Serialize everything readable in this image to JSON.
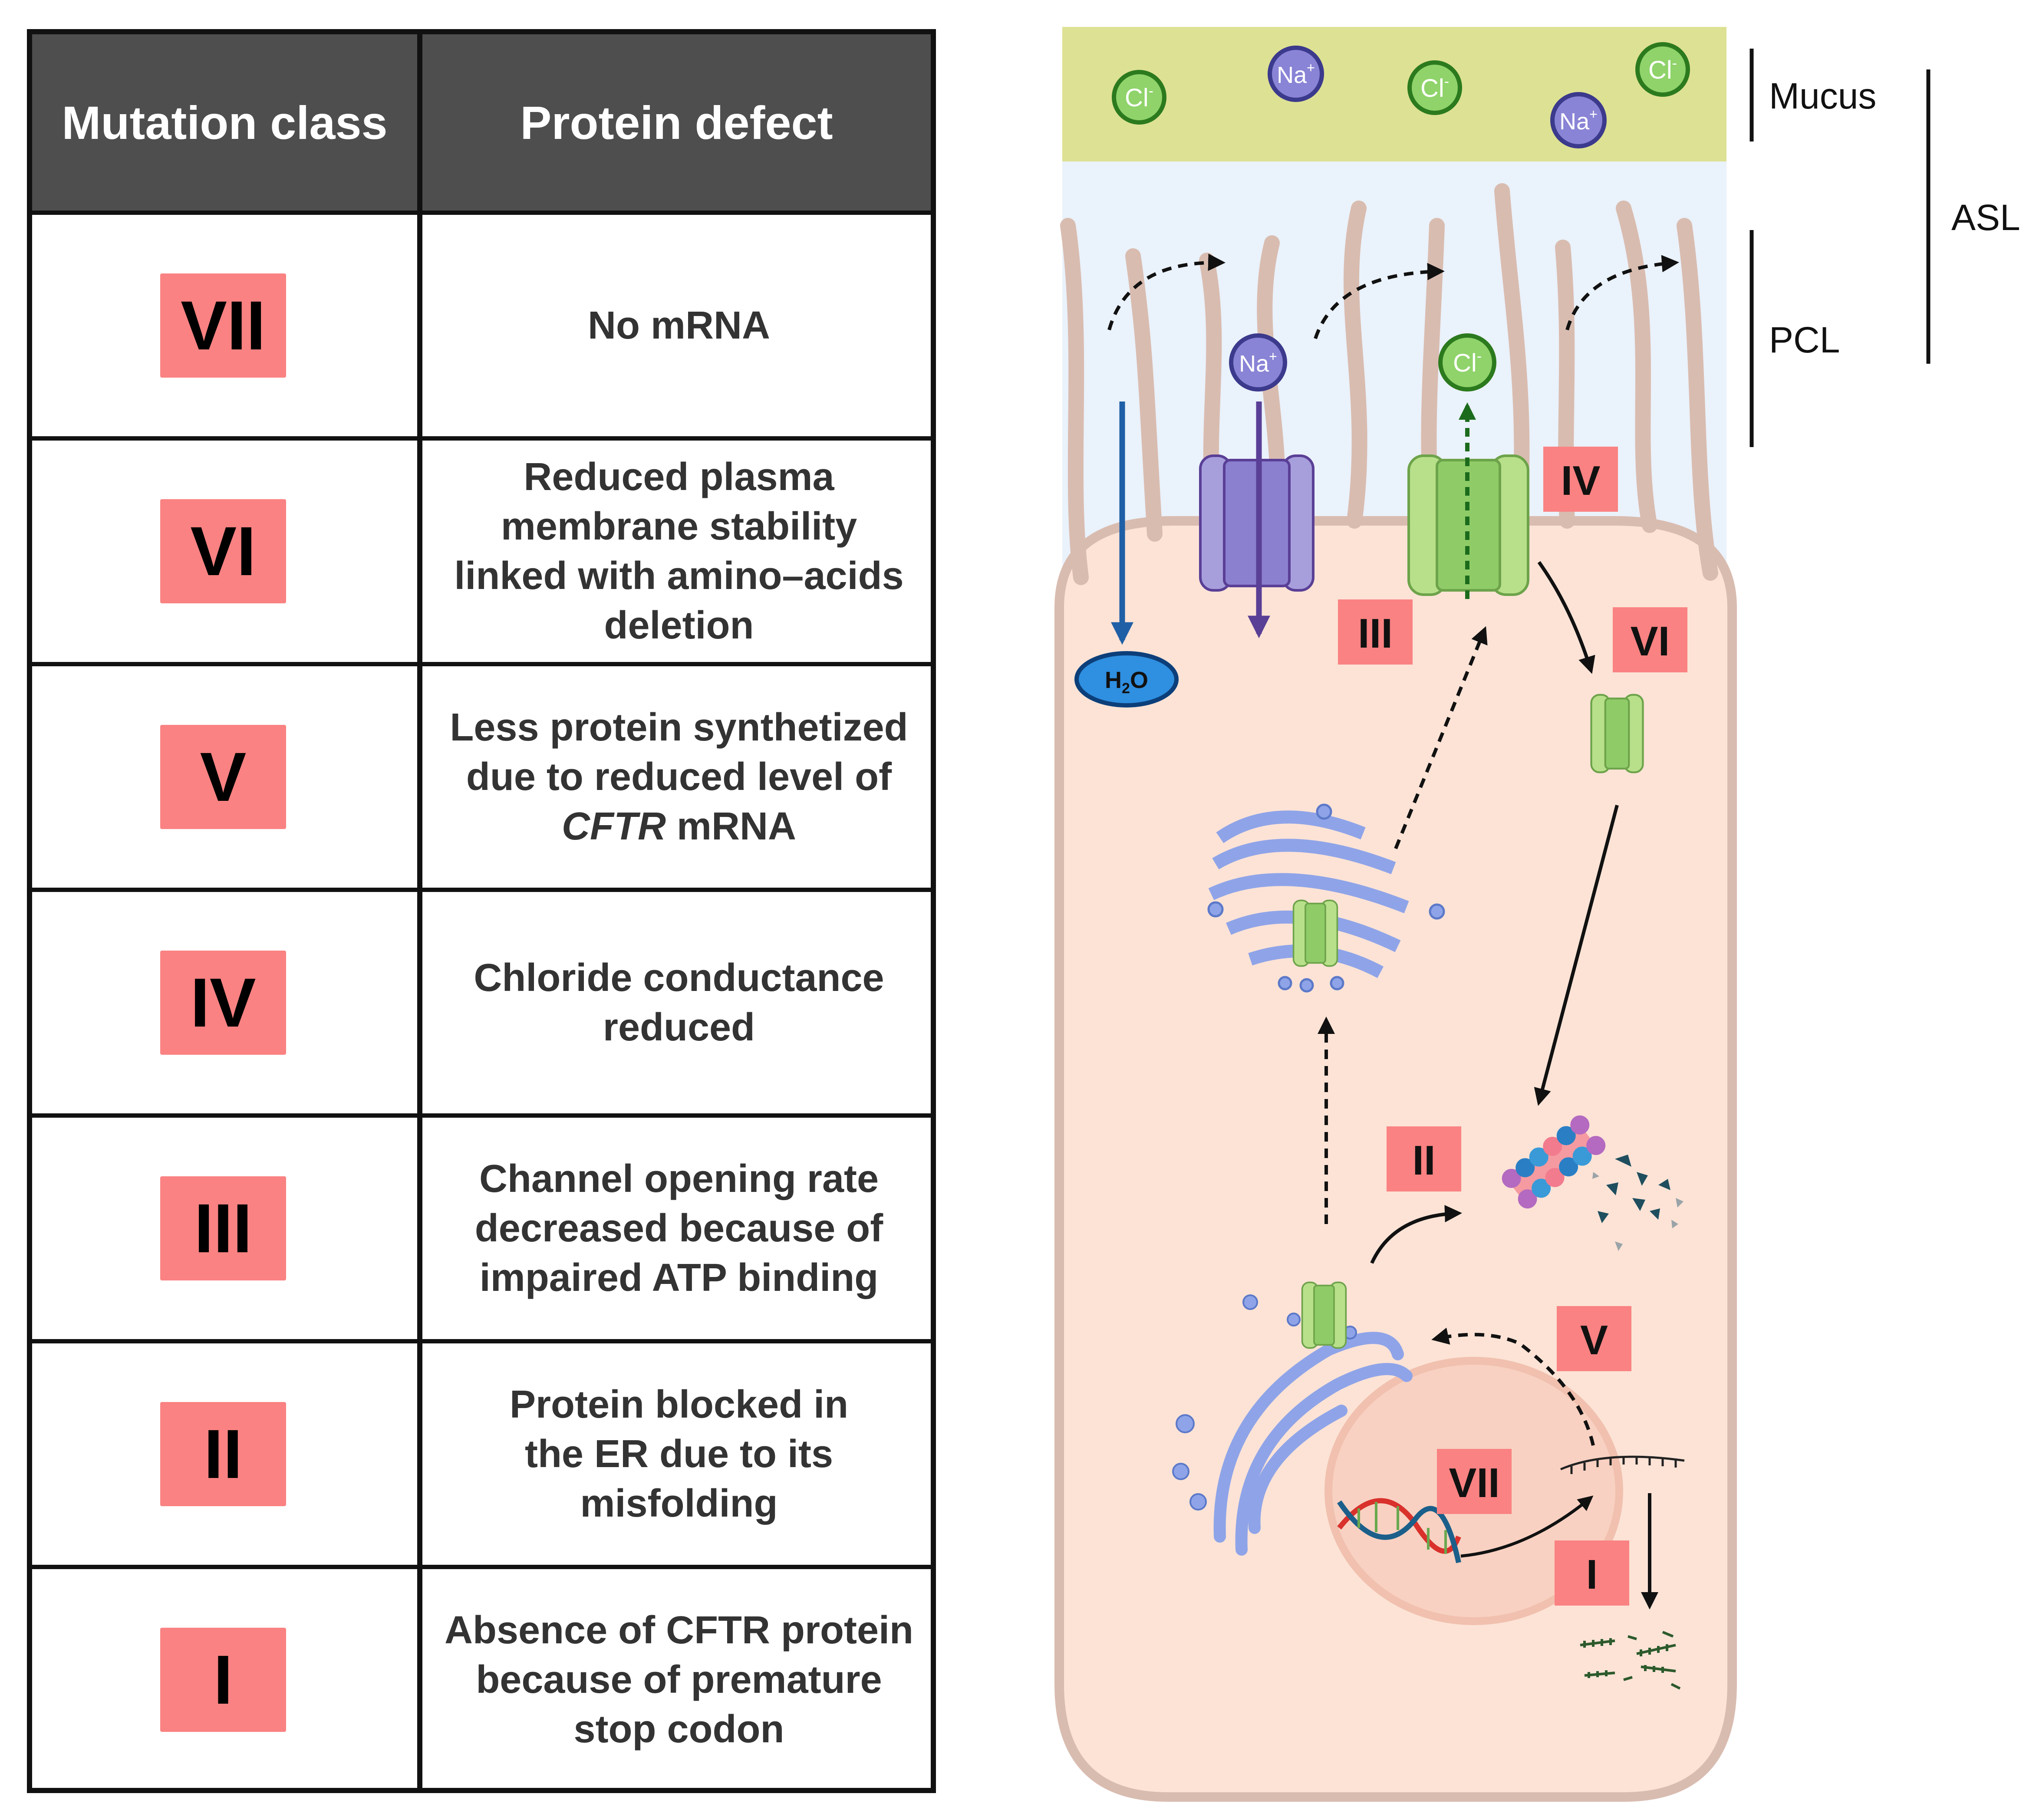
{
  "table": {
    "headers": {
      "mutation_class": "Mutation class",
      "protein_defect": "Protein defect"
    },
    "rows": [
      {
        "class": "VII",
        "lines": [
          "No mRNA"
        ]
      },
      {
        "class": "VI",
        "lines": [
          "Reduced plasma",
          "membrane stability",
          "linked with amino–acids",
          "deletion"
        ]
      },
      {
        "class": "V",
        "lines": [
          "Less protein synthetized",
          "due to reduced level of"
        ],
        "italic_term": "CFTR",
        "last_line_rest": "mRNA"
      },
      {
        "class": "IV",
        "lines": [
          "Chloride conductance",
          "reduced"
        ]
      },
      {
        "class": "III",
        "lines": [
          "Channel opening rate",
          "decreased because of",
          "impaired ATP binding"
        ]
      },
      {
        "class": "II",
        "lines": [
          "Protein blocked in",
          "the ER due to its",
          "misfolding"
        ]
      },
      {
        "class": "I",
        "lines": [
          "Absence of CFTR protein",
          "because of premature",
          "stop codon"
        ]
      }
    ]
  },
  "diagram": {
    "layer_labels": {
      "mucus": "Mucus",
      "pcl": "PCL",
      "asl": "ASL"
    },
    "ions": {
      "chloride": "Cl",
      "chloride_sup": "-",
      "sodium": "Na",
      "sodium_sup": "+"
    },
    "water": {
      "h": "H",
      "sub": "2",
      "o": "O"
    },
    "class_markers": [
      "IV",
      "III",
      "VI",
      "II",
      "V",
      "VII",
      "I"
    ]
  },
  "colors": {
    "header_bg": "#4e4e4e",
    "badge": "#fa8282",
    "defect_text": "#333333",
    "mucus": "#dde193",
    "pcl": "#eaf2fb",
    "cell_fill": "#fce3d6",
    "cell_border": "#d9bcb0",
    "cilia": "#d9bcb0",
    "chloride_fill": "#8fd36a",
    "chloride_stroke": "#2c7a1e",
    "sodium_fill": "#8a84d6",
    "sodium_stroke": "#3b3a8c",
    "cftr_channel": "#b8e08a",
    "enac_channel": "#a79fdc",
    "golgi": "#8fa4e8",
    "water": "#2f8fe0"
  }
}
